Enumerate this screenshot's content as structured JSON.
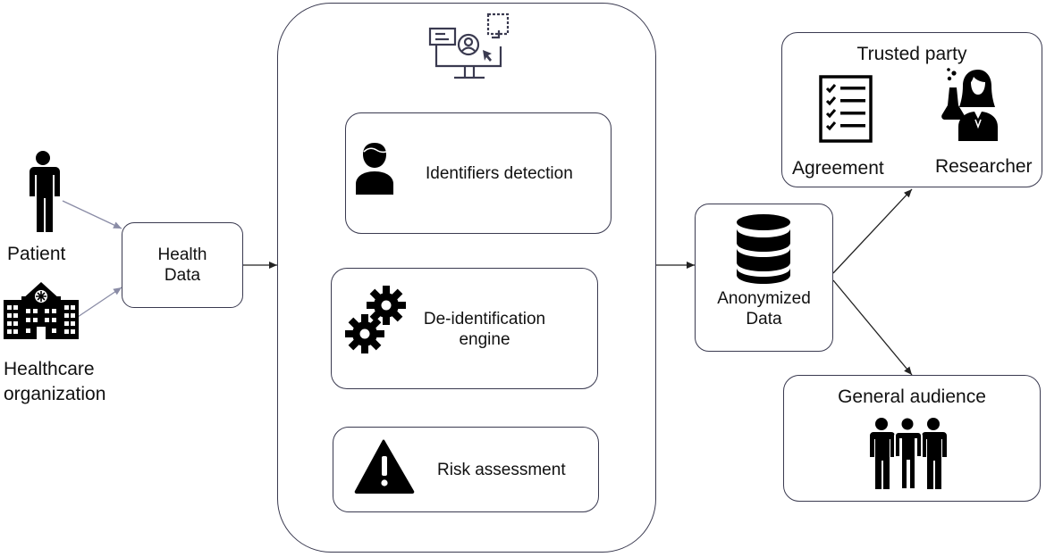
{
  "sources": {
    "patient": {
      "label": "Patient",
      "icon": "person-icon"
    },
    "organization": {
      "label_line1": "Healthcare",
      "label_line2": "organization",
      "icon": "hospital-icon"
    }
  },
  "health_data": {
    "line1": "Health",
    "line2": "Data"
  },
  "engine_panel": {
    "icon": "computer-user-icon",
    "identifiers": {
      "label": "Identifiers detection",
      "icon": "user-silhouette-icon"
    },
    "deid": {
      "line1": "De-identification",
      "line2": "engine",
      "icon": "gears-icon"
    },
    "risk": {
      "label": "Risk assessment",
      "icon": "warning-icon"
    }
  },
  "anonymized": {
    "line1": "Anonymized",
    "line2": "Data",
    "icon": "database-icon"
  },
  "trusted_party": {
    "title": "Trusted party",
    "agreement": {
      "label": "Agreement",
      "icon": "checklist-icon"
    },
    "researcher": {
      "label": "Researcher",
      "icon": "researcher-icon"
    }
  },
  "general_audience": {
    "title": "General audience",
    "icon": "group-people-icon"
  },
  "colors": {
    "stroke": "#3a3a50",
    "arrow_gray": "#8a8ca6",
    "arrow_dark": "#222222",
    "icon": "#000000"
  }
}
